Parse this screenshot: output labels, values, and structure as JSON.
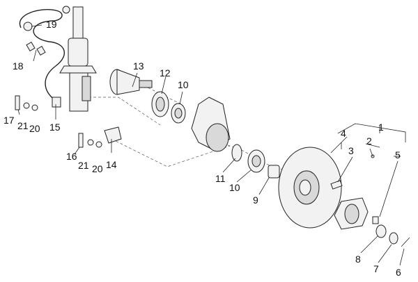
{
  "diagram": {
    "callouts": {
      "c1": "1",
      "c2": "2",
      "c3": "3",
      "c4": "4",
      "c5": "5",
      "c6": "6",
      "c7": "7",
      "c8": "8",
      "c9": "9",
      "c10a": "10",
      "c10b": "10",
      "c11": "11",
      "c12": "12",
      "c13": "13",
      "c14": "14",
      "c15": "15",
      "c16": "16",
      "c17": "17",
      "c18": "18",
      "c19": "19",
      "c20a": "20",
      "c20b": "20",
      "c21a": "21",
      "c21b": "21"
    }
  }
}
